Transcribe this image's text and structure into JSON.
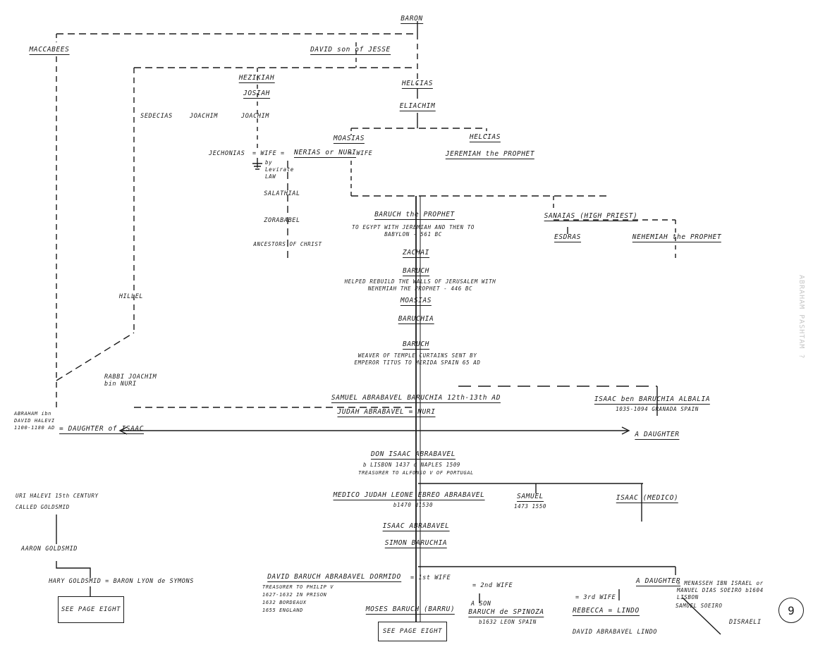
{
  "page_number": "9",
  "side_note": "ABRAHAM PASHTAM ?",
  "names": {
    "baron": "BARON",
    "maccabees": "MACCABEES",
    "david": "DAVID son of JESSE",
    "hezikiah": "HEZIKIAH",
    "josiah": "JOSIAH",
    "sedecias": "SEDECIAS",
    "joachim1": "JOACHIM",
    "joachim2": "JOACHIM",
    "helcias1": "HELCIAS",
    "eliachim": "ELIACHIM",
    "mosias1": "MOASIAS",
    "helcias2": "HELCIAS",
    "jeremiah": "JEREMIAH the PROPHET",
    "jechonias": "JECHONIAS",
    "wife1": "= WIFE =",
    "nerias": "NERIAS or NURI",
    "wife2": "= WIFE",
    "levirate": "by Levirate LAW",
    "salathial": "SALATHIAL",
    "zorababel": "ZORABABEL",
    "ancestors": "ANCESTORS OF CHRIST",
    "baruch_prophet": "BARUCH the PROPHET",
    "baruch_prophet_note": "TO EGYPT WITH JEREMIAH AND THEN TO BABYLON - 561 BC",
    "sanaias": "SANAIAS (HIGH PRIEST)",
    "ezdras": "ESDRAS",
    "nehemiah": "NEHEMIAH the PROPHET",
    "zachai": "ZACHAI",
    "baruch2": "BARUCH",
    "baruch2_note": "HELPED REBUILD THE WALLS OF JERUSALEM WITH NEHEMIAH THE PROPHET - 446 BC",
    "mosias2": "MOASIAS",
    "baruchia": "BARUCHIA",
    "baruch3": "BARUCH",
    "baruch3_note": "WEAVER OF TEMPLE CURTAINS SENT BY EMPEROR TITUS TO MERIDA SPAIN 65 AD",
    "hillel": "HILLEL",
    "rabbi": "RABBI JOACHIM bin NURI",
    "samuel": "SAMUEL ABRABAVEL BARUCHIA 12th-13th AD",
    "judah1": "JUDAH ABRABAVEL  = NURI",
    "isaac_baruchia": "ISAAC ben BARUCHIA ALBALIA",
    "isaac_baruchia_note": "1035-1094  GRANADA SPAIN",
    "abraham": "ABRAHAM ibn DAVID HALEVI 1100-1180 AD",
    "daughter_isaac": "= DAUGHTER of ISAAC",
    "a_daughter1": "A DAUGHTER",
    "don_isaac": "DON ISAAC ABRABAVEL",
    "don_isaac_note1": "b LISBON 1437  d NAPLES 1509",
    "don_isaac_note2": "TREASURER TO ALFONSO V OF PORTUGAL",
    "uri": "URI HALEVI 15th CENTURY CALLED GOLDSMID",
    "medico": "MEDICO JUDAH LEONE EBREO ABRABAVEL",
    "medico_note": "b1470  d1530",
    "samuel2": "SAMUEL",
    "samuel2_note": "1473 1550",
    "isaac_medico": "ISAAC (MEDICO)",
    "isaac_abrabavel": "ISAAC ABRABAVEL",
    "simon": "SIMON BARUCHIA",
    "aaron": "AARON GOLDSMID",
    "hary": "HARY GOLDSMID = BARON LYON de SYMONS",
    "david_baruch": "DAVID BARUCH ABRABAVEL DORMIDO",
    "david_baruch_note": "TREASURER TO PHILIP V\n1627-1632 IN PRISON\n1632 BORDEAUX\n1655 ENGLAND",
    "wife_1st": "= 1st WIFE",
    "wife_2nd": "= 2nd WIFE",
    "wife_3rd": "= 3rd WIFE",
    "moses_baruch": "MOSES BARUCH (BARRU)",
    "ason": "A SON",
    "baruch_spinoza": "BARUCH de SPINOZA",
    "spinoza_note": "b1632  LEON SPAIN",
    "rebecca": "REBECCA = LINDO",
    "david_lindo": "DAVID ABRABAVEL LINDO",
    "a_daughter2": "A DAUGHTER",
    "menasseh": "= MENASSEH IBN ISRAEL or MANUEL DIAS SOEIRO b1604 LISBON",
    "samuel_soeiro": "SAMUEL SOEIRO",
    "disraeli": "DISRAELI"
  },
  "boxes": {
    "see_page_eight_left": "SEE PAGE EIGHT",
    "see_page_eight_center": "SEE PAGE EIGHT"
  }
}
